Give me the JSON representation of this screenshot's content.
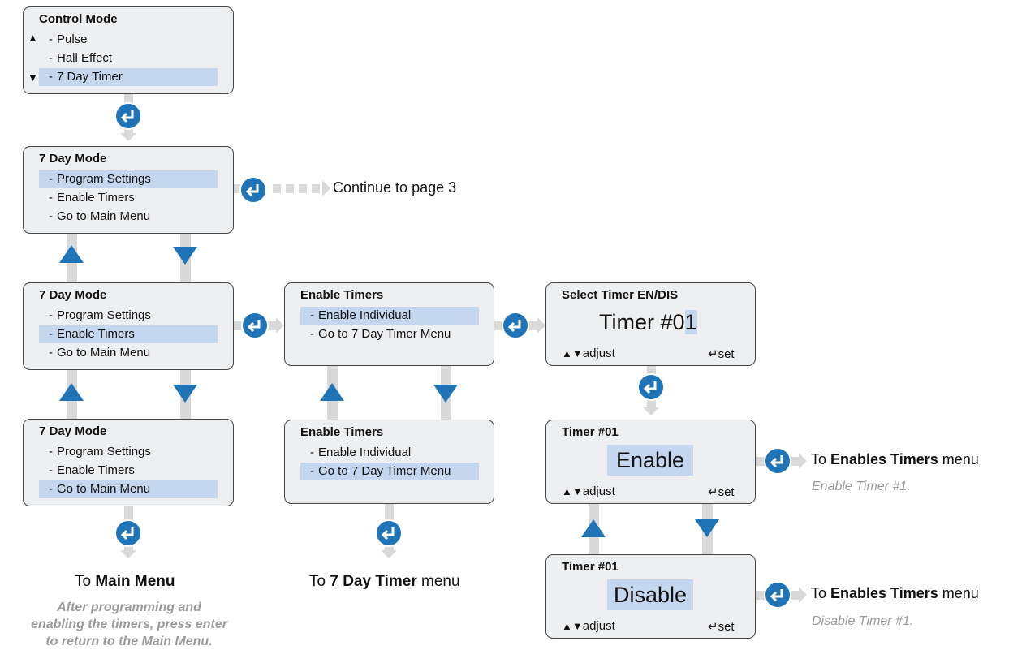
{
  "colors": {
    "accent": "#1f74b8",
    "highlight": "#c5d7ee",
    "screen_bg": "#eeeff1",
    "connector": "#d9d9d9",
    "note": "#9a9a9a"
  },
  "control_mode": {
    "title": "Control Mode",
    "items": [
      "Pulse",
      "Hall Effect",
      "7 Day Timer"
    ],
    "selected": 2
  },
  "day_mode_1": {
    "title": "7 Day Mode",
    "items": [
      "Program Settings",
      "Enable Timers",
      "Go to Main Menu"
    ],
    "selected": 0
  },
  "day_mode_2": {
    "title": "7 Day Mode",
    "items": [
      "Program Settings",
      "Enable Timers",
      "Go to Main Menu"
    ],
    "selected": 1
  },
  "day_mode_3": {
    "title": "7 Day Mode",
    "items": [
      "Program Settings",
      "Enable Timers",
      "Go to Main Menu"
    ],
    "selected": 2
  },
  "enable_timers_1": {
    "title": "Enable Timers",
    "items": [
      "Enable Individual",
      "Go to 7 Day Timer Menu"
    ],
    "selected": 0
  },
  "enable_timers_2": {
    "title": "Enable Timers",
    "items": [
      "Enable Individual",
      "Go to 7 Day Timer Menu"
    ],
    "selected": 1
  },
  "select_timer": {
    "title": "Select Timer EN/DIS",
    "value_prefix": "Timer #0",
    "value_highlight": "1",
    "adjust": "adjust",
    "set": "set"
  },
  "timer_enable": {
    "title": "Timer #01",
    "value": "Enable",
    "adjust": "adjust",
    "set": "set"
  },
  "timer_disable": {
    "title": "Timer #01",
    "value": "Disable",
    "adjust": "adjust",
    "set": "set"
  },
  "continue_label": "Continue to page 3",
  "main_menu_label": {
    "pre": "To ",
    "bold": "Main Menu"
  },
  "main_menu_note": [
    "After programming and",
    "enabling the timers, press enter",
    "to return to the Main Menu."
  ],
  "timer_menu_label": {
    "pre": "To ",
    "bold": "7 Day Timer",
    "post": " menu"
  },
  "enable_label": {
    "pre": "To ",
    "bold": "Enables Timers",
    "post": " menu"
  },
  "enable_note": "Enable Timer #1.",
  "disable_label": {
    "pre": "To ",
    "bold": "Enables Timers",
    "post": " menu"
  },
  "disable_note": "Disable Timer #1.",
  "icons": [
    "enter-icon",
    "up-arrow-icon",
    "down-arrow-icon",
    "scroll-up-icon",
    "scroll-down-icon",
    "return-icon"
  ]
}
